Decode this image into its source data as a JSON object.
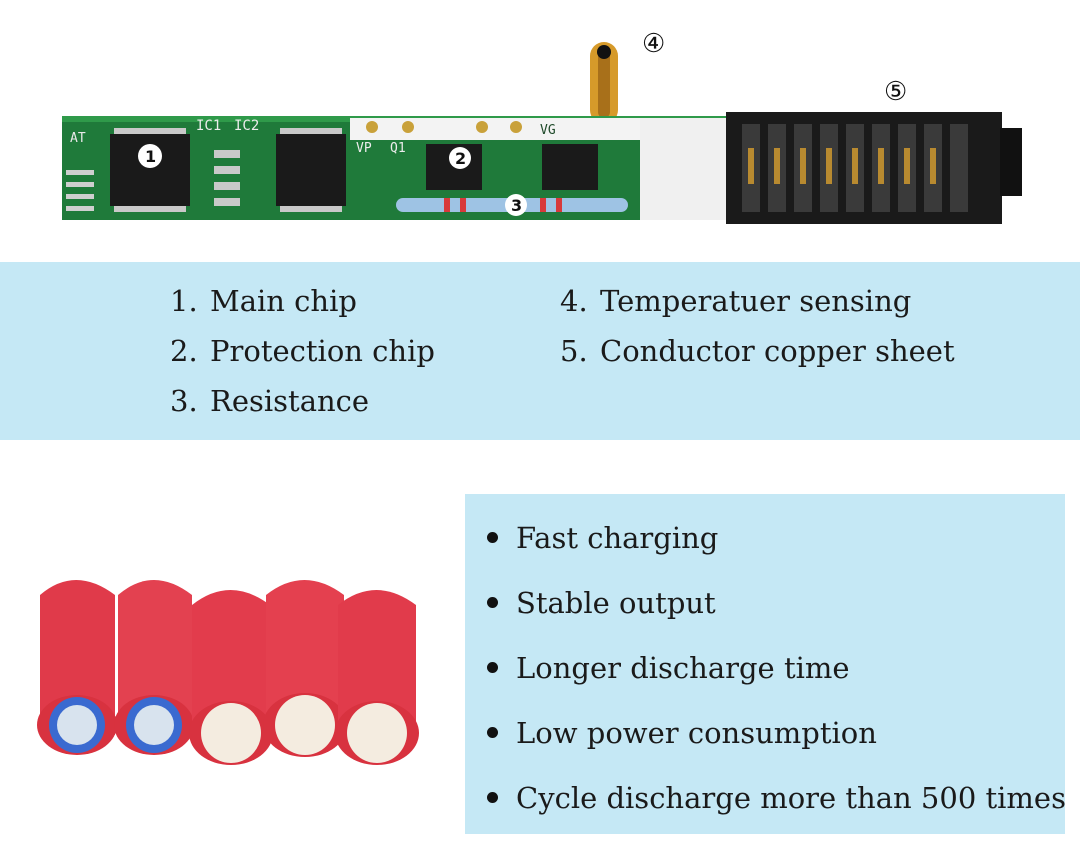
{
  "board": {
    "silkscreen": [
      "AT",
      "IC1",
      "IC2",
      "VP",
      "Q1",
      "VG"
    ],
    "callouts": [
      "1",
      "2",
      "3",
      "④",
      "⑤"
    ]
  },
  "legend": {
    "items": [
      {
        "num": "1.",
        "label": "Main chip"
      },
      {
        "num": "2.",
        "label": "Protection chip"
      },
      {
        "num": "3.",
        "label": "Resistance"
      },
      {
        "num": "4.",
        "label": "Temperatuer sensing"
      },
      {
        "num": "5.",
        "label": "Conductor copper sheet"
      }
    ]
  },
  "features": [
    "Fast charging",
    "Stable output",
    "Longer discharge time",
    "Low power consumption",
    "Cycle discharge more than 500 times"
  ],
  "colors": {
    "panel_bg": "#c5e8f5",
    "pcb_green": "#1f7a3a",
    "cell_red": "#e03a4a",
    "connector_black": "#1a1a1a"
  }
}
